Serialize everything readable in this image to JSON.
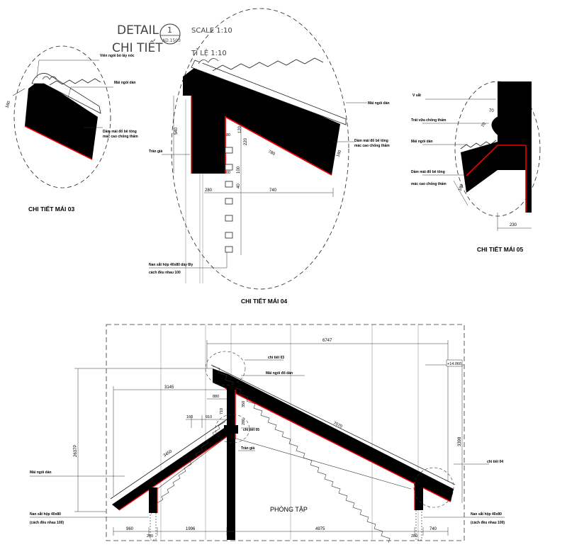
{
  "title_block": {
    "detail_en": "DETAIL",
    "detail_vn": "CHI TIẾT",
    "number": "1",
    "sheet": "AD.1503",
    "scale_en": "SCALE 1:10",
    "scale_vn": "TỈ LỆ 1:10"
  },
  "detail_03": {
    "title": "CHI TIẾT MÁI 03",
    "label_mortar": "Viên ngói bò lấy nóc",
    "label_tile": "Mái ngói dán",
    "label_slab_1": "Dầm mái đổ bê tông",
    "label_slab_2": "mác cao chống thấm",
    "dim_thick": "160"
  },
  "detail_04": {
    "title": "CHI TIẾT MÁI 04",
    "label_tile": "Mái ngói dán",
    "label_slab_1": "Dầm mái đổ bê tông",
    "label_slab_2": "mác cao chống thấm",
    "label_ceiling": "Trần giả",
    "label_louver_1": "Nan sắt hộp 40x80 dày 8ly",
    "label_louver_2": "cách đều nhau 100",
    "dim_540": "540",
    "dim_780": "780",
    "dim_160": "160",
    "dim_740": "740",
    "dim_220": "220",
    "dim_280": "280",
    "dim_120": "120",
    "dim_80": "80",
    "dim_100": "100",
    "dim_40": "40",
    "dim_60": "60"
  },
  "detail_05": {
    "title": "CHI TIẾT MÁI 05",
    "label_v": "V sắt",
    "label_mortar": "Trát vữa chống thấm",
    "label_tile": "Mái ngói dán",
    "label_slab_1": "Dầm mái đổ bê tông",
    "label_slab_2": "mác cao chống thấm",
    "dim_70a": "70",
    "dim_70b": "70",
    "dim_180": "180",
    "dim_230": "230"
  },
  "section": {
    "room_label": "PHÒNG TẬP",
    "label_detail_03": "chi tiết 03",
    "label_detail_04": "chi tiết 04",
    "label_detail_05": "chi tiết 05",
    "label_tile_top": "Mái ngói đổ dán",
    "label_tile_left": "Mái ngói dán",
    "label_ceiling": "Trần giả",
    "label_louver_left_1": "Nan sắt hộp 40x80",
    "label_louver_left_2": "(cách đều nhau 100)",
    "label_louver_right_1": "Nan sắt hộp 40x80",
    "label_louver_right_2": "(cách đều nhau 100)",
    "level": "+14.060",
    "dim_top": "6747",
    "dim_3145": "3145",
    "dim_880": "880",
    "dim_160": "160",
    "dim_910": "910",
    "dim_710": "710",
    "dim_350": "350",
    "dim_280": "280",
    "dim_3450": "3450",
    "dim_7070": "7070",
    "dim_height_left": "2637P",
    "dim_height_right": "3398",
    "dim_bot_960": "960",
    "dim_bot_280": "280",
    "dim_bot_1996": "1996",
    "dim_bot_4975": "4975",
    "dim_bot_280b": "280",
    "dim_bot_740": "740"
  }
}
